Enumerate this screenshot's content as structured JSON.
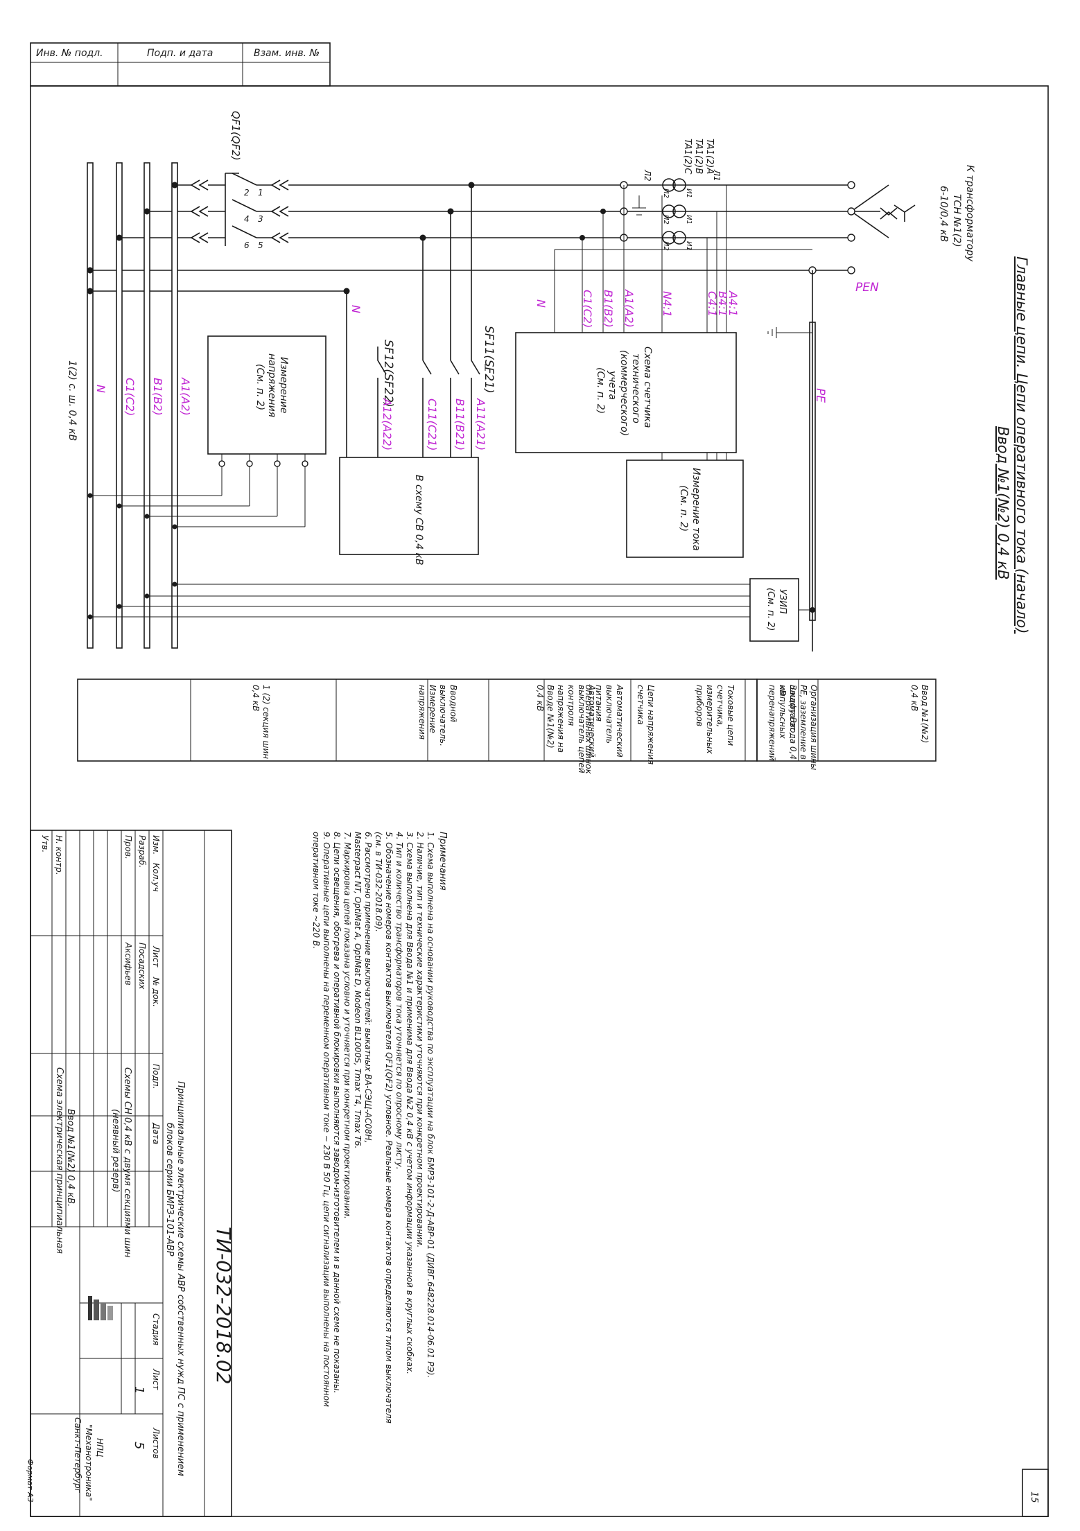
{
  "stamp": {
    "inv_podl": "Инв. № подл.",
    "podp_data": "Подп. и дата",
    "vzam_inv": "Взам. инв. №"
  },
  "title": {
    "line1": "Ввод №1(№2) 0,4 кВ",
    "line2": "Главные цепи. Цепи оперативного тока (начало)"
  },
  "page_number": "15",
  "labels": {
    "to_transformer": [
      "К трансформатору",
      "ТСН №1(2)",
      "6-10/0,4 кВ"
    ],
    "ta": [
      "TA1(2)A",
      "TA1(2)B",
      "TA1(2)C"
    ],
    "l1": "Л1",
    "l2": "Л2",
    "i1": "И1",
    "i2": "И2",
    "qf": "QF1(QF2)",
    "qf_pins": [
      "2",
      "1",
      "4",
      "3",
      "6",
      "5"
    ],
    "sf1": "SF11(SF21)",
    "sf2": "SF12(SF22)",
    "pen": "PEN",
    "pe": "PE",
    "n": "N",
    "wires_meter": [
      "A4:1",
      "B4:1",
      "C4:1",
      "N4:1",
      "A1(A2)",
      "B1(B2)",
      "C1(C2)",
      "N"
    ],
    "wires_sf1": [
      "A11(A21)",
      "B11(B21)",
      "C11(C21)"
    ],
    "wire_sf2": "A12(A22)",
    "wires_bus": [
      "A1(A2)",
      "B1(B2)",
      "C1(C2)",
      "N"
    ],
    "bus_name": "1(2) с. ш. 0,4 кВ",
    "box_meter": [
      "Схема счетчика",
      "технического",
      "(коммерческого)",
      "учета",
      "(См. п. 2)"
    ],
    "box_current": [
      "Измерение тока",
      "(См. п. 2)"
    ],
    "box_voltage": [
      "Измерение",
      "напряжения",
      "(См. п. 2)"
    ],
    "box_avr": [
      "В схему СВ 0,4 кВ"
    ],
    "box_uzip": [
      "УЗИП",
      "(См. п. 2)"
    ]
  },
  "legend_table": [
    [
      "Ввод №1(№2)",
      "0,4 кВ"
    ],
    [
      "Организация шины",
      "PE, заземление в",
      "шкафу Ввода 0,4",
      "кВ"
    ],
    [
      "Защита от",
      "импульсных",
      "перенапряжений"
    ],
    [
      "Токовые цепи",
      "счетчика,",
      "измерительных",
      "приборов"
    ],
    [
      "Цепи напряжения",
      "счетчика"
    ],
    [
      "Автоматический",
      "выключатель",
      "питания",
      "оперативных шинок"
    ],
    [
      "Автоматический",
      "выключатель цепей",
      "контроля",
      "напряжения на",
      "Вводе №1(№2)",
      "0,4 кВ"
    ],
    [
      "Вводной",
      "выключатель.",
      "Измерение",
      "напряжения"
    ],
    [
      "1 (2) секция шин",
      "0,4 кВ"
    ]
  ],
  "notes": {
    "heading": "Примечания",
    "items": [
      "1. Схема выполнена на основании руководства по эксплуатации на блок БМРЗ-101-2-Д-АВР-01 (ДИВГ.648228.014-06.01 РЭ).",
      "2. Наличие, тип и технические характеристики уточняются при конкретном проектировании.",
      "3. Схема выполнена для Ввода №1 и применима для Ввода №2 0,4 кВ с учетом информации указанной в круглых скобках.",
      "4. Тип и количество трансформаторов тока уточняется по опросному листу.",
      "5. Обозначение номеров контактов выключателя QF1(QF2) условное. Реальные номера контактов определяются типом выключателя",
      "    (см. в ТИ-032-2018.09).",
      "6. Рассмотрено применение выключателей: выкатных ВА-СЭЩ-АС08Н,",
      "Masterpact NT, OptiMat A, OptiMat D, Modeon BL1000S, Tmax T4, Tmax T6.",
      "7. Маркировка цепей показана условно и уточняется при конкретном проектировании.",
      "8. Цепи освещения, обогрева и оперативной блокировки выполняются заводом-изготовителем и в данной схеме не показаны.",
      "9. Оперативные цепи выполнены на переменном оперативном токе ~ 230 В 50 Гц, цепи сигнализации выполнены на постоянном",
      "    оперативном токе ~220 В."
    ]
  },
  "titleblock": {
    "code": "ТИ-032-2018.02",
    "project": [
      "Принципиальные электрические схемы АВР собственных нужд ПС с применением",
      "блоков серии БМРЗ-101-АВР"
    ],
    "scheme": [
      "Схемы СН 0,4 кВ с двумя секциями шин",
      "(неявный резерв)"
    ],
    "sheet_title": [
      "Ввод №1(№2) 0,4 кВ.",
      "Схема электрическая принципиальная"
    ],
    "head_cols": [
      "Изм.",
      "Кол.уч",
      "Лист",
      "№ док.",
      "Подп.",
      "Дата"
    ],
    "roles": [
      "Разраб.",
      "Пров.",
      "",
      "Н. контр.",
      "Утв."
    ],
    "names": [
      "Посадских",
      "Аксифьев",
      "",
      "",
      ""
    ],
    "stage_h": "Стадия",
    "sheet_h": "Лист",
    "sheets_h": "Листов",
    "sheet_v": "1",
    "sheets_v": "5",
    "org": [
      "НПЦ",
      "\"Механотроника\"",
      "Санкт-Петербург"
    ],
    "format": "Формат А3"
  },
  "colors": {
    "circuit_label": "#c026d3",
    "line": "#1a1a1a"
  }
}
